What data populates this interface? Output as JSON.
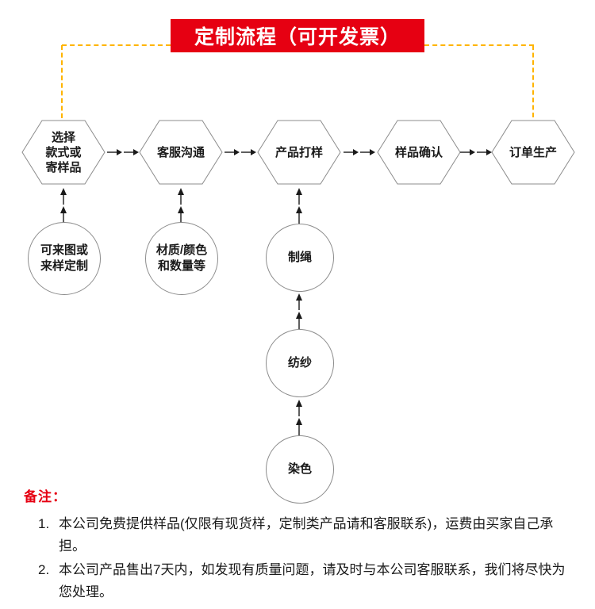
{
  "banner": {
    "title": "定制流程（可开发票）"
  },
  "flow": {
    "hexagons": [
      {
        "name": "select-style",
        "lines": [
          "选择",
          "款式或",
          "寄样品"
        ]
      },
      {
        "name": "customer-service",
        "lines": [
          "客服沟通"
        ]
      },
      {
        "name": "product-sampling",
        "lines": [
          "产品打样"
        ]
      },
      {
        "name": "sample-confirm",
        "lines": [
          "样品确认"
        ]
      },
      {
        "name": "order-production",
        "lines": [
          "订单生产"
        ]
      }
    ],
    "circles": [
      {
        "name": "custom-from-image",
        "lines": [
          "可来图或",
          "来样定制"
        ]
      },
      {
        "name": "material-color",
        "lines": [
          "材质/颜色",
          "和数量等"
        ]
      },
      {
        "name": "rope-making",
        "lines": [
          "制绳"
        ]
      },
      {
        "name": "spinning",
        "lines": [
          "纺纱"
        ]
      },
      {
        "name": "dyeing",
        "lines": [
          "染色"
        ]
      }
    ]
  },
  "notes": {
    "label": "备注：",
    "items": [
      {
        "num": "1.",
        "text": "本公司免费提供样品(仅限有现货样，定制类产品请和客服联系)，运费由买家自己承担。"
      },
      {
        "num": "2.",
        "text": "本公司产品售出7天内，如发现有质量问题，请及时与本公司客服联系，我们将尽快为您处理。"
      }
    ]
  },
  "colors": {
    "banner-bg": "#e60012",
    "dash-color": "#ffb400",
    "note-red": "#e60012"
  }
}
